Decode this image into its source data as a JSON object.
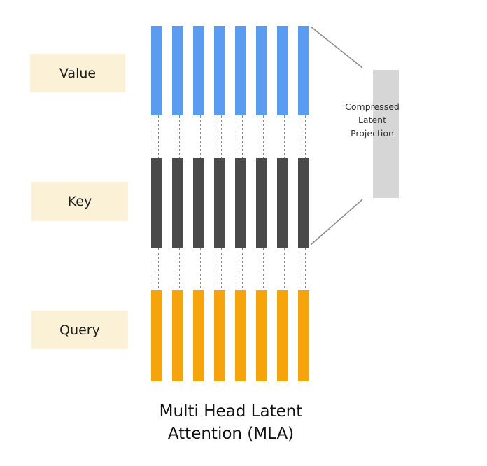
{
  "rows": [
    {
      "key": "value",
      "label": "Value",
      "color": "#5b9bf0"
    },
    {
      "key": "key",
      "label": "Key",
      "color": "#4a4a4a"
    },
    {
      "key": "query",
      "label": "Query",
      "color": "#f5a40c"
    }
  ],
  "heads_per_row": 8,
  "projection": {
    "lines": [
      "Compressed",
      "Latent",
      "Projection"
    ],
    "color": "#d6d6d6"
  },
  "caption": {
    "line1": "Multi Head Latent",
    "line2": "Attention (MLA)"
  },
  "colors": {
    "label_bg": "#fbf1d6",
    "dash": "#8a8a8a",
    "connector": "#8a8a8a"
  }
}
